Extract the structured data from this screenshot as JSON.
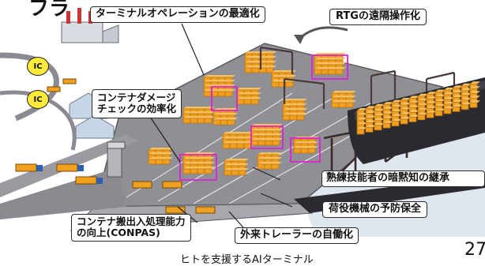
{
  "diagram": {
    "caption": "ヒトを支援するAIターミナル",
    "title_fragment": "フラ",
    "page_number_fragment": "27",
    "ic_badges": [
      "IC",
      "IC"
    ],
    "callouts": {
      "terminal_optimization": "ターミナルオペレーションの最適化",
      "rtg_remote": "RTGの遠隔操作化",
      "damage_check": "コンテナダメージ\nチェックの効率化",
      "skill_transfer": "熟練技能者の暗黙知の継承",
      "predictive_maintenance": "荷役機械の予防保全",
      "conpas": "コンテナ搬出入処理能力\nの向上(CONPAS)",
      "trailer_automation": "外来トレーラーの自働化"
    },
    "colors": {
      "quay": "#8f8f96",
      "quay_dark": "#5a5a60",
      "container": "#f0a020",
      "container_dark": "#b86e0a",
      "ship_hull": "#2a2a30",
      "sea": "#c9d3df",
      "magenta": "#e020d0",
      "crane": "#4a3a3a"
    }
  }
}
